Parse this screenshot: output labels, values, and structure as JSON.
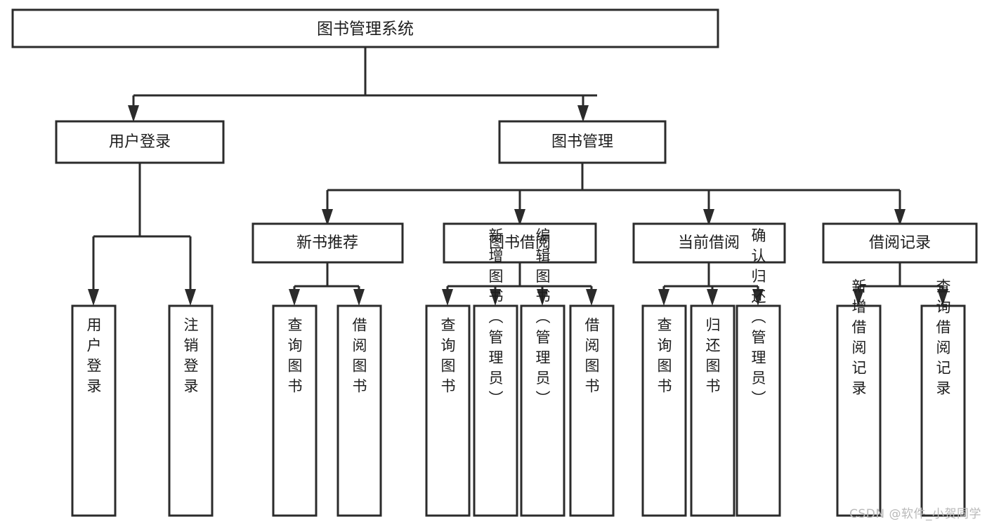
{
  "diagram": {
    "title": "图书管理系统",
    "type": "hierarchy-tree",
    "root": {
      "id": "root",
      "label": "图书管理系统",
      "orientation": "horizontal"
    },
    "level2": [
      {
        "id": "user-login",
        "label": "用户登录",
        "orientation": "horizontal"
      },
      {
        "id": "book-management",
        "label": "图书管理",
        "orientation": "horizontal"
      }
    ],
    "level3": [
      {
        "id": "new-book-recommend",
        "label": "新书推荐",
        "parent": "book-management",
        "orientation": "horizontal"
      },
      {
        "id": "book-borrow",
        "label": "图书借阅",
        "parent": "book-management",
        "orientation": "horizontal"
      },
      {
        "id": "current-borrow",
        "label": "当前借阅",
        "parent": "book-management",
        "orientation": "horizontal"
      },
      {
        "id": "borrow-record",
        "label": "借阅记录",
        "parent": "book-management",
        "orientation": "horizontal"
      }
    ],
    "leaves": [
      {
        "id": "leaf-user-login",
        "label": "用户登录",
        "parent": "user-login",
        "orientation": "vertical"
      },
      {
        "id": "leaf-logout-login",
        "label": "注销登录",
        "parent": "user-login",
        "orientation": "vertical"
      },
      {
        "id": "leaf-query-book-1",
        "label": "查询图书",
        "parent": "new-book-recommend",
        "orientation": "vertical"
      },
      {
        "id": "leaf-borrow-book-1",
        "label": "借阅图书",
        "parent": "new-book-recommend",
        "orientation": "vertical"
      },
      {
        "id": "leaf-query-book-2",
        "label": "查询图书",
        "parent": "book-borrow",
        "orientation": "vertical"
      },
      {
        "id": "leaf-add-book",
        "label": "新增图书（管理员）",
        "parent": "book-borrow",
        "orientation": "vertical"
      },
      {
        "id": "leaf-edit-book",
        "label": "编辑图书（管理员）",
        "parent": "book-borrow",
        "orientation": "vertical"
      },
      {
        "id": "leaf-borrow-book-2",
        "label": "借阅图书",
        "parent": "book-borrow",
        "orientation": "vertical"
      },
      {
        "id": "leaf-query-book-3",
        "label": "查询图书",
        "parent": "current-borrow",
        "orientation": "vertical"
      },
      {
        "id": "leaf-return-book",
        "label": "归还图书",
        "parent": "current-borrow",
        "orientation": "vertical"
      },
      {
        "id": "leaf-confirm-return",
        "label": "确认归还（管理员）",
        "parent": "current-borrow",
        "orientation": "vertical"
      },
      {
        "id": "leaf-add-record",
        "label": "新增借阅记录",
        "parent": "borrow-record",
        "orientation": "vertical"
      },
      {
        "id": "leaf-query-record",
        "label": "查询借阅记录",
        "parent": "borrow-record",
        "orientation": "vertical"
      }
    ]
  },
  "watermark": {
    "text": "CSDN @软件_小贺同学"
  },
  "colors": {
    "stroke": "#2b2b2b",
    "fill": "#ffffff",
    "text": "#1d1d1d",
    "watermark": "#b9b9b9"
  }
}
